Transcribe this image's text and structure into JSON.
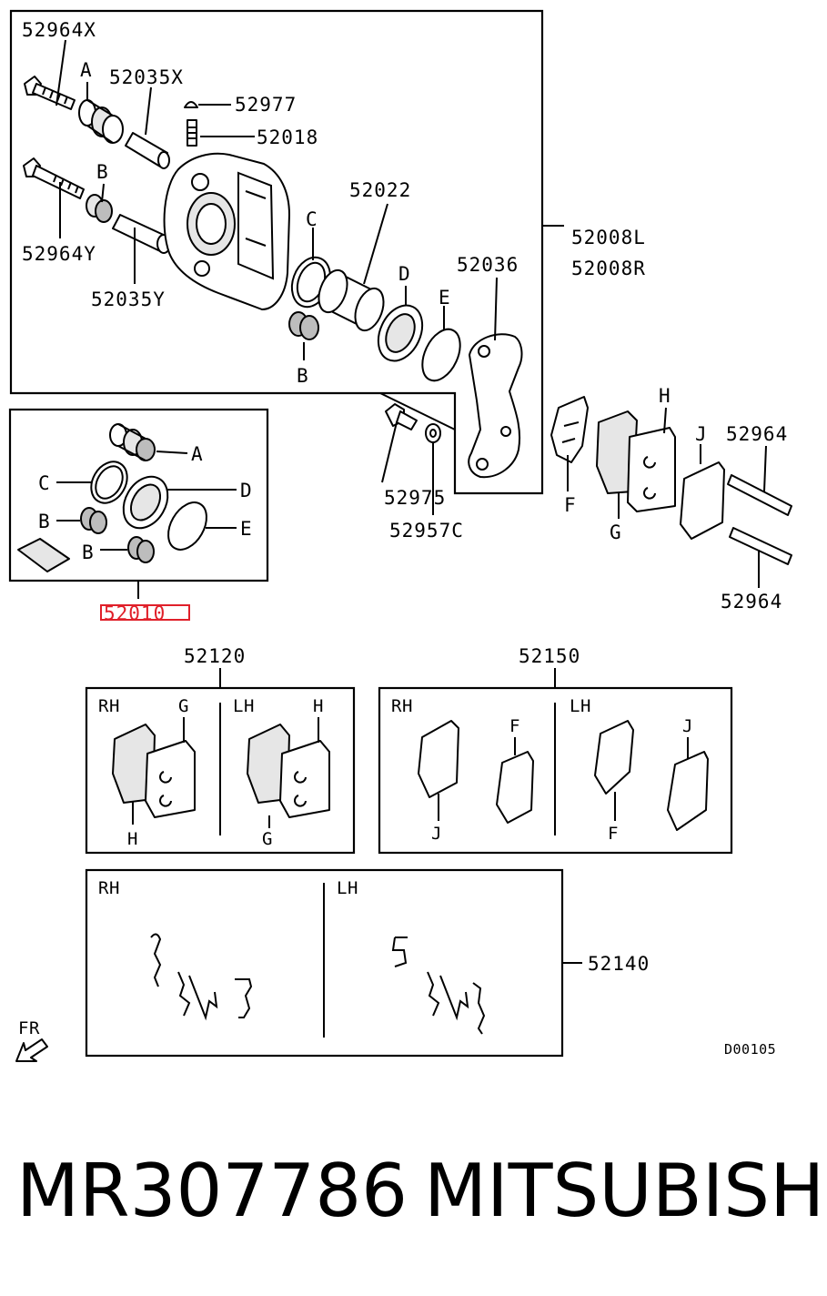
{
  "caption": {
    "part_number": "MR307786",
    "brand": "MITSUBISHI"
  },
  "diagram_code": "D00105",
  "direction_marker": "FR",
  "colors": {
    "highlight": "#e0202a",
    "line": "#000000"
  },
  "callouts": {
    "bolt_upper": "52964X",
    "bolt_lower": "52964Y",
    "pin_upper": "52035X",
    "pin_lower": "52035Y",
    "bleeder_cap": "52977",
    "bleeder_screw": "52018",
    "piston": "52022",
    "caliper_l": "52008L",
    "caliper_r": "52008R",
    "support": "52036",
    "support_bolt": "52975",
    "washer": "52957C",
    "pad_pin_upper": "52964",
    "pad_pin_lower": "52964",
    "seal_kit": "52010",
    "pad_set": "52120",
    "shim_set": "52150",
    "clip_set": "52140"
  },
  "letters": {
    "a": "A",
    "b": "B",
    "c": "C",
    "d": "D",
    "e": "E",
    "f": "F",
    "g": "G",
    "h": "H",
    "j": "J"
  },
  "sides": {
    "rh": "RH",
    "lh": "LH"
  }
}
